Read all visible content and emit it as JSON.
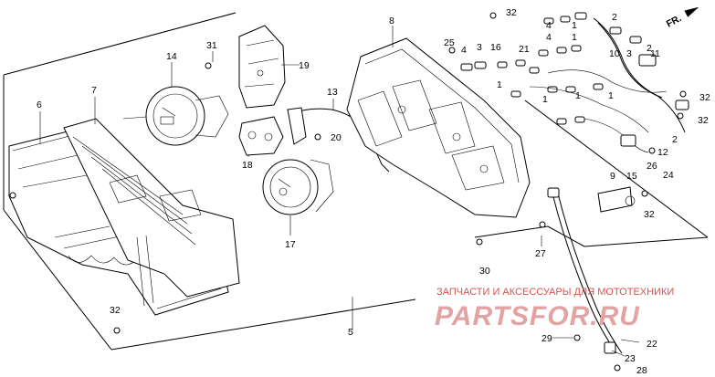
{
  "labels": {
    "l1a": "1",
    "l1b": "1",
    "l1c": "1",
    "l1d": "1",
    "l1e": "1",
    "l1f": "1",
    "l2a": "2",
    "l2b": "2",
    "l2c": "2",
    "l3a": "3",
    "l3b": "3",
    "l4a": "4",
    "l4b": "4",
    "l4c": "4",
    "l5": "5",
    "l6": "6",
    "l7": "7",
    "l8": "8",
    "l9": "9",
    "l10": "10",
    "l11": "11",
    "l12": "12",
    "l13": "13",
    "l14": "14",
    "l15": "15",
    "l16": "16",
    "l17": "17",
    "l18": "18",
    "l19": "19",
    "l20": "20",
    "l21": "21",
    "l22": "22",
    "l23": "23",
    "l24": "24",
    "l25": "25",
    "l26": "26",
    "l27": "27",
    "l28": "28",
    "l29": "29",
    "l30": "30",
    "l31": "31",
    "l32a": "32",
    "l32b": "32",
    "l32c": "32",
    "l32d": "32",
    "l32e": "32"
  },
  "direction_marker": "FR.",
  "watermark": {
    "caption": "ЗАПЧАСТИ И АКСЕССУАРЫ ДЛЯ МОТОТЕХНИКИ",
    "logo_text": "PARTSFOR.RU"
  },
  "colors": {
    "line": "#000000",
    "watermark_caption": "#d9534f",
    "watermark_logo": "#e3a3a3"
  }
}
